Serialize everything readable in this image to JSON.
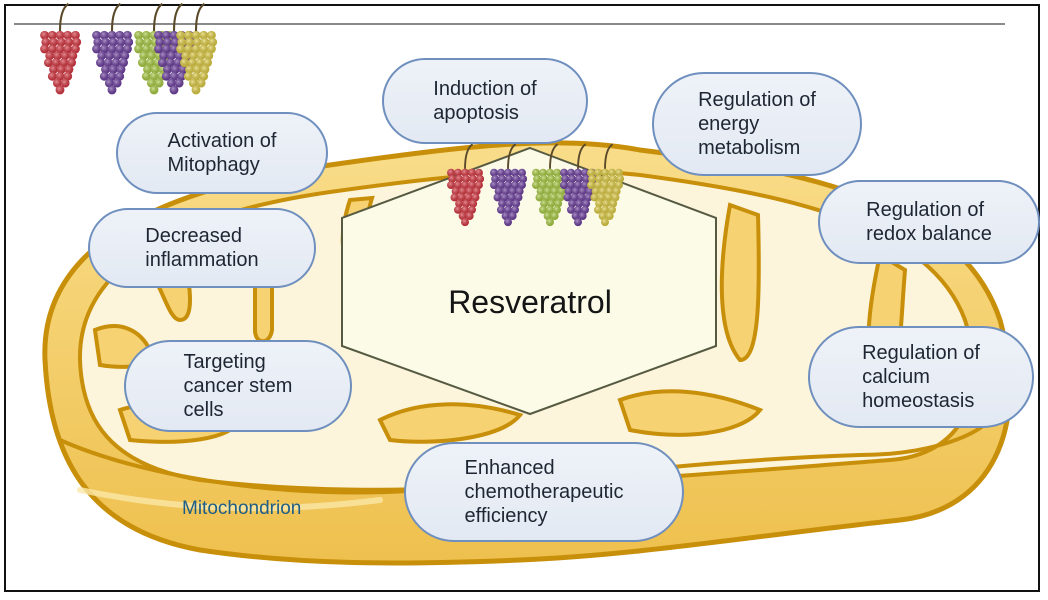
{
  "diagram": {
    "center": {
      "label": "Resveratrol"
    },
    "organelle_label": "Mitochondrion",
    "effects": [
      {
        "id": "mitophagy",
        "label": "Activation of\nMitophagy"
      },
      {
        "id": "apoptosis",
        "label": "Induction of\napoptosis"
      },
      {
        "id": "energy",
        "label": "Regulation of\nenergy\nmetabolism"
      },
      {
        "id": "inflammation",
        "label": "Decreased\ninflammation"
      },
      {
        "id": "redox",
        "label": "Regulation of\nredox balance"
      },
      {
        "id": "cancer_stem",
        "label": "Targeting\ncancer stem\ncells"
      },
      {
        "id": "calcium",
        "label": "Regulation of\ncalcium\nhomeostasis"
      },
      {
        "id": "chemo",
        "label": "Enhanced\nchemotherapeutic\nefficiency"
      }
    ],
    "grape_colors": [
      "#d8303c",
      "#6a3a9e",
      "#a8cc3c",
      "#6a3a9e",
      "#e0cc3c"
    ],
    "colors": {
      "membrane_outer": "#c8900a",
      "membrane_fill": "#f6d272",
      "matrix_fill": "#fdf4dc",
      "hexagon_fill": "#fbfbe8",
      "bubble_border": "#6f8fbe",
      "label_blue": "#1e5d86"
    }
  }
}
